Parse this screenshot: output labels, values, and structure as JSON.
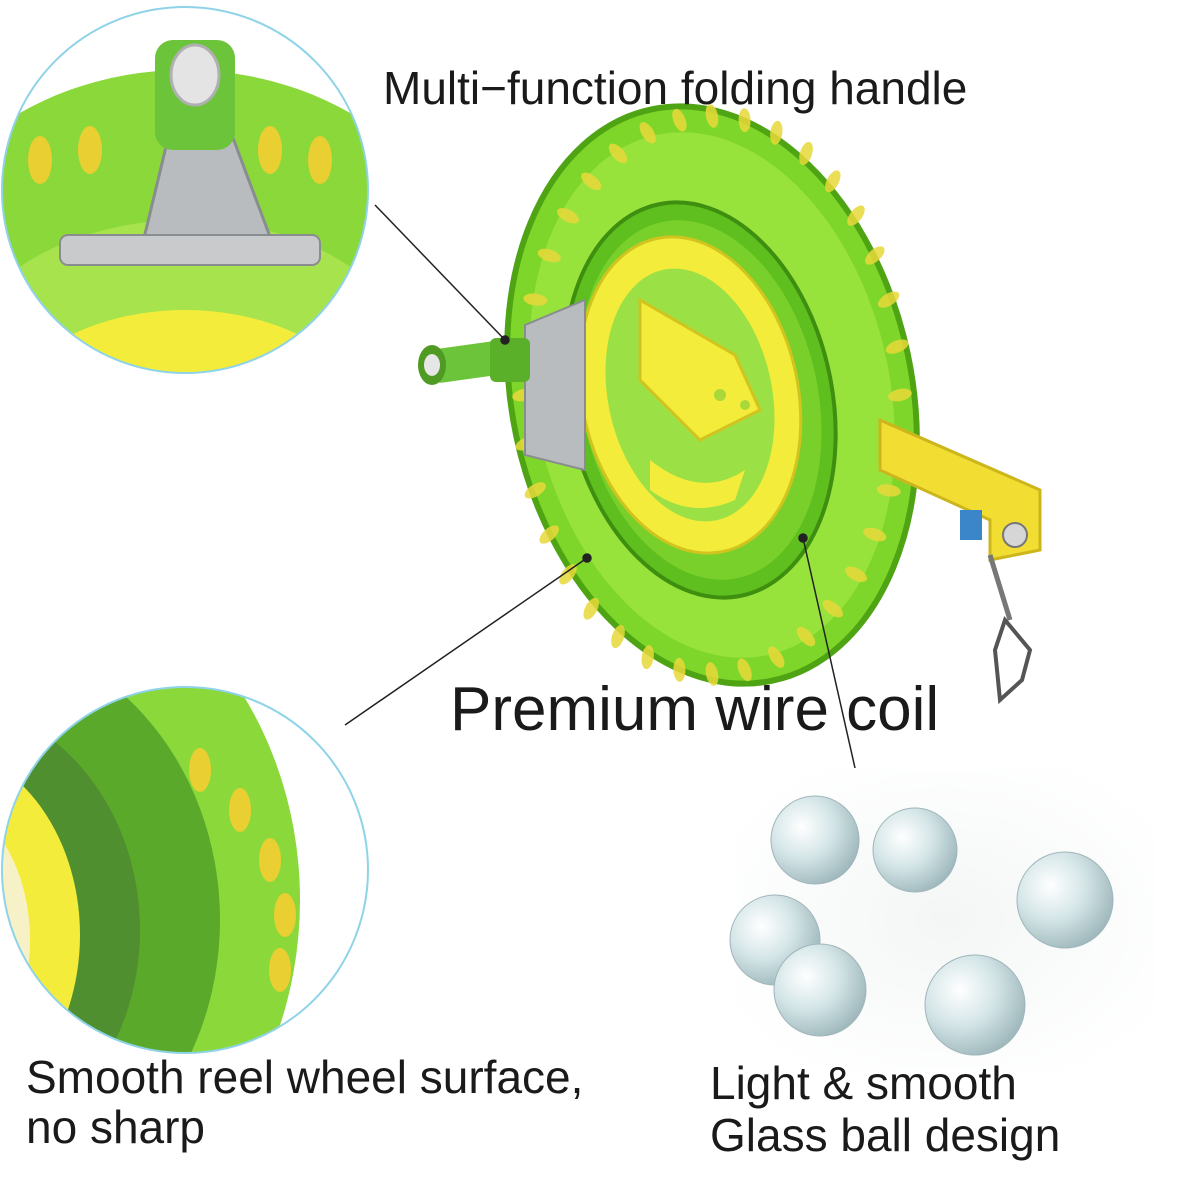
{
  "labels": {
    "handle": "Multi−function folding handle",
    "coil": "Premium wire coil",
    "smooth": "Smooth reel wheel surface,\nno sharp",
    "glass": "Light & smooth\nGlass ball design"
  },
  "colors": {
    "reel_green": "#7fd62a",
    "reel_green_dark": "#4fa414",
    "hub_yellow": "#f4ec3a",
    "knob_green": "#6cc43a",
    "metal": "#b9bcbe",
    "circle_outline": "#8fd3e8",
    "glass_ball": "#c9dde0",
    "text": "#1a1a1a"
  }
}
